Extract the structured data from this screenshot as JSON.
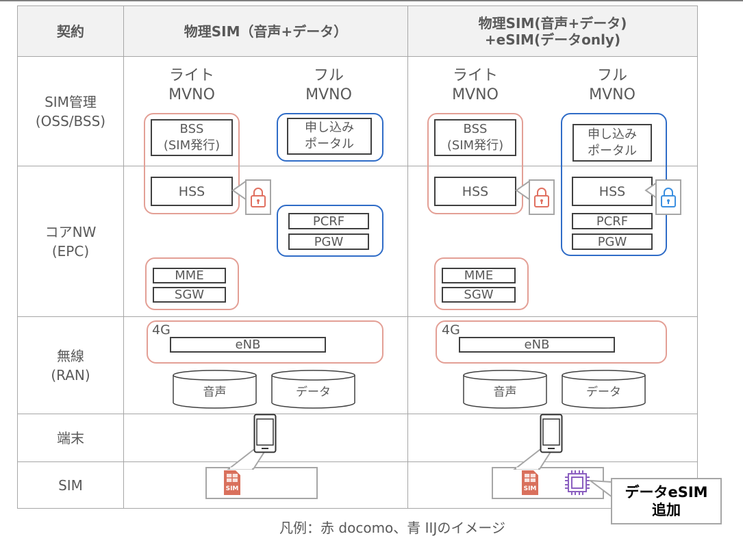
{
  "header": {
    "col1": "契約",
    "col2": "物理SIM（音声+データ）",
    "col3": "物理SIM(音声+データ)\n+eSIM(データonly)"
  },
  "rows": {
    "sim_mgmt": "SIM管理\n(OSS/BSS)",
    "core": "コアNW\n(EPC)",
    "radio": "無線\n(RAN)",
    "device": "端末",
    "sim": "SIM"
  },
  "mvno": {
    "light": "ライト\nMVNO",
    "full": "フル\nMVNO"
  },
  "boxes": {
    "bss": "BSS\n(SIM発行)",
    "portal": "申し込み\nポータル",
    "hss": "HSS",
    "pcrf": "PCRF",
    "pgw": "PGW",
    "mme": "MME",
    "sgw": "SGW",
    "g4": "4G",
    "enb": "eNB",
    "voice": "音声",
    "data": "データ"
  },
  "sim_card_label": "SIM",
  "callout": "データeSIM\n追加",
  "legend": "凡例：赤 docomo、青 IIJのイメージ",
  "colors": {
    "docomo_red": "#e39f95",
    "iij_blue": "#2f6cc7",
    "sim_red": "#d9705c",
    "chip_purple": "#8b5fc0"
  }
}
